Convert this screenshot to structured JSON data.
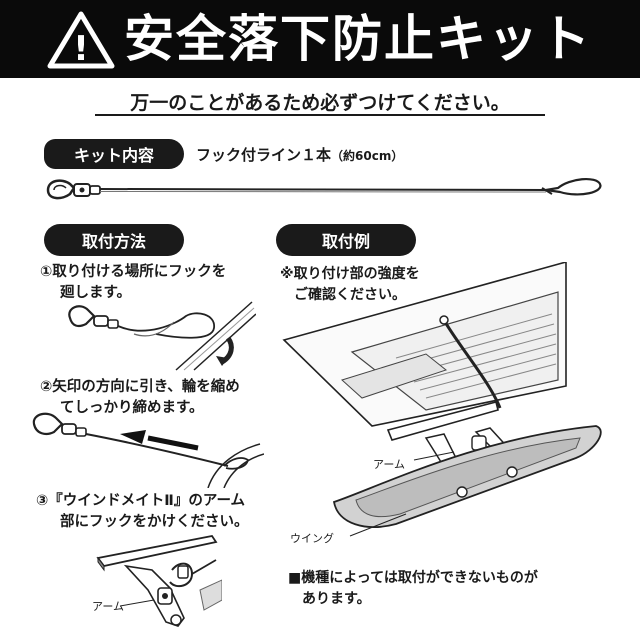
{
  "banner": {
    "title": "安全落下防止キット",
    "warning_symbol": "!"
  },
  "subtitle": "万一のことがあるため必ずつけてください。",
  "kit": {
    "label": "キット内容",
    "description": "フック付ライン１本",
    "length_note": "（約60cm）"
  },
  "method": {
    "label": "取付方法",
    "steps": [
      {
        "line1": "①取り付ける場所にフックを",
        "line2": "廻します。"
      },
      {
        "line1": "②矢印の方向に引き、輪を縮め",
        "line2": "てしっかり締めます。"
      },
      {
        "line1": "③『ウインドメイトⅡ』のアーム",
        "line2": "部にフックをかけください。"
      }
    ],
    "arm_caption": "アーム"
  },
  "example": {
    "label": "取付例",
    "note_line1": "※取り付け部の強度を",
    "note_line2": "ご確認ください。",
    "arm_caption": "アーム",
    "wing_caption": "ウイング"
  },
  "bottom_note": {
    "line1": "■機種によっては取付ができないものが",
    "line2": "あります。"
  },
  "colors": {
    "banner_bg": "#0a0a0a",
    "pill_bg": "#1a1a1a",
    "text": "#1a1a1a"
  }
}
